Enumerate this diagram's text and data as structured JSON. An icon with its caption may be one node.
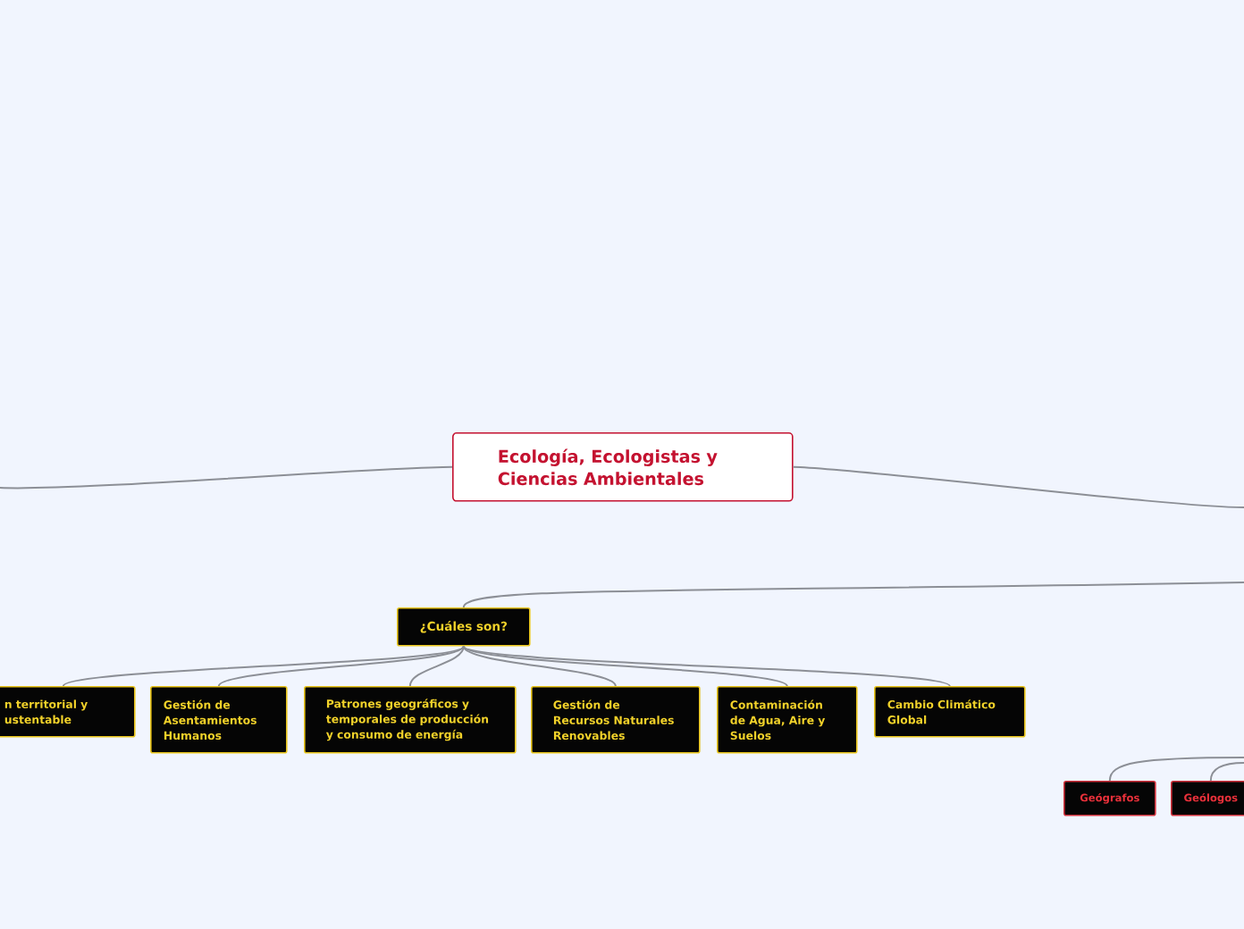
{
  "diagram": {
    "nodes": [
      {
        "text": [
          "Ecología, Ecologistas y Ciencias Ambientales"
        ]
      },
      {
        "text": [
          "¿Cuáles son?"
        ]
      },
      {
        "text": [
          "n territorial y ustentable"
        ]
      },
      {
        "text": [
          "Gestión de Asentamientos Humanos"
        ]
      },
      {
        "text": [
          "Patrones geográficos y temporales de producción y consumo de energía"
        ]
      },
      {
        "text": [
          "Gestión de Recursos Naturales Renovables"
        ]
      },
      {
        "text": [
          "Contaminación de Agua, Aire y Suelos"
        ]
      },
      {
        "text": [
          "Cambio Climático Global"
        ]
      },
      {
        "text": [
          "Geógrafos"
        ]
      },
      {
        "text": [
          "Geólogos"
        ]
      }
    ],
    "edges": [
      {
        "from": 0,
        "to": null,
        "arrow": "none"
      },
      {
        "from": 0,
        "to": null,
        "arrow": "none"
      },
      {
        "from": null,
        "to": 1,
        "arrow": "none"
      },
      {
        "from": 1,
        "to": 2,
        "arrow": "none"
      },
      {
        "from": 1,
        "to": 3,
        "arrow": "none"
      },
      {
        "from": 1,
        "to": 4,
        "arrow": "none"
      },
      {
        "from": 1,
        "to": 5,
        "arrow": "none"
      },
      {
        "from": 1,
        "to": 6,
        "arrow": "none"
      },
      {
        "from": 1,
        "to": 7,
        "arrow": "none"
      },
      {
        "from": null,
        "to": 8,
        "arrow": "none"
      },
      {
        "from": null,
        "to": 9,
        "arrow": "none"
      }
    ]
  }
}
